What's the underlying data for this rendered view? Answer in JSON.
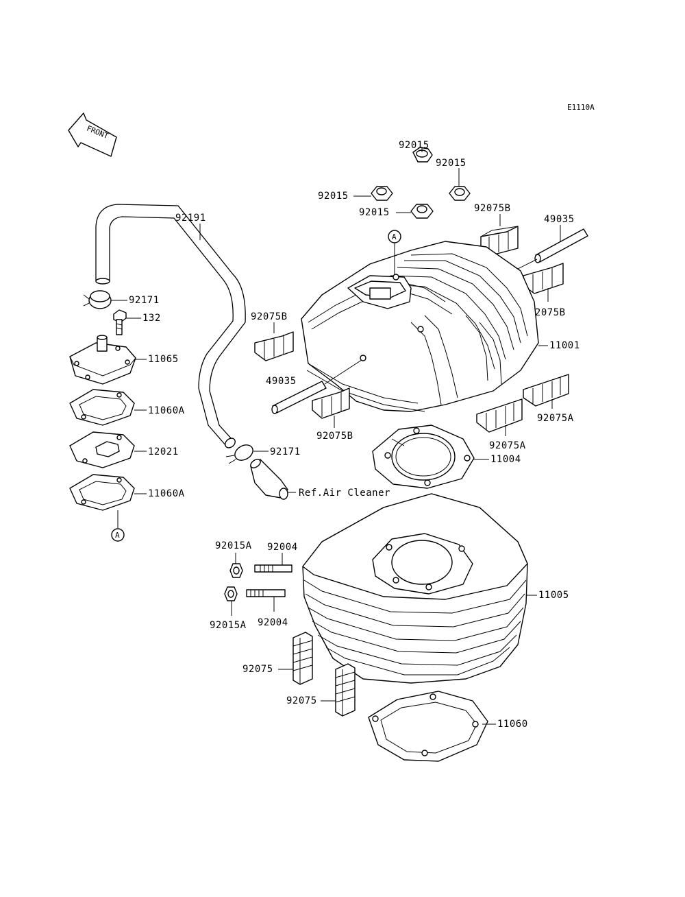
{
  "diagram_code": "E1110A",
  "front_arrow_label": "FRONT",
  "callout_A": "A",
  "labels": {
    "nut_top": "92015",
    "nut_right": "92015",
    "nut_left": "92015",
    "nut_bottom": "92015",
    "pad_top_right": "92075B",
    "pin_top_right": "49035",
    "pad_right": "92075B",
    "head": "11001",
    "pad_left": "92075B",
    "pin_left": "49035",
    "pad_below_left": "92075B",
    "pad_right_lower": "92075A",
    "pad_right_mid": "92075A",
    "head_gasket": "11004",
    "hose": "92191",
    "clamp_top": "92171",
    "bolt": "132",
    "valve_cover": "11065",
    "gasket_upper": "11060A",
    "reed_plate": "12021",
    "gasket_lower": "11060A",
    "clamp_bottom": "92171",
    "ref_air": "Ref.Air Cleaner",
    "nut_92015A_top": "92015A",
    "stud_top": "92004",
    "nut_92015A_bottom": "92015A",
    "stud_bottom": "92004",
    "cylinder": "11005",
    "pad_stack_left": "92075",
    "pad_stack_right": "92075",
    "base_gasket": "11060"
  }
}
